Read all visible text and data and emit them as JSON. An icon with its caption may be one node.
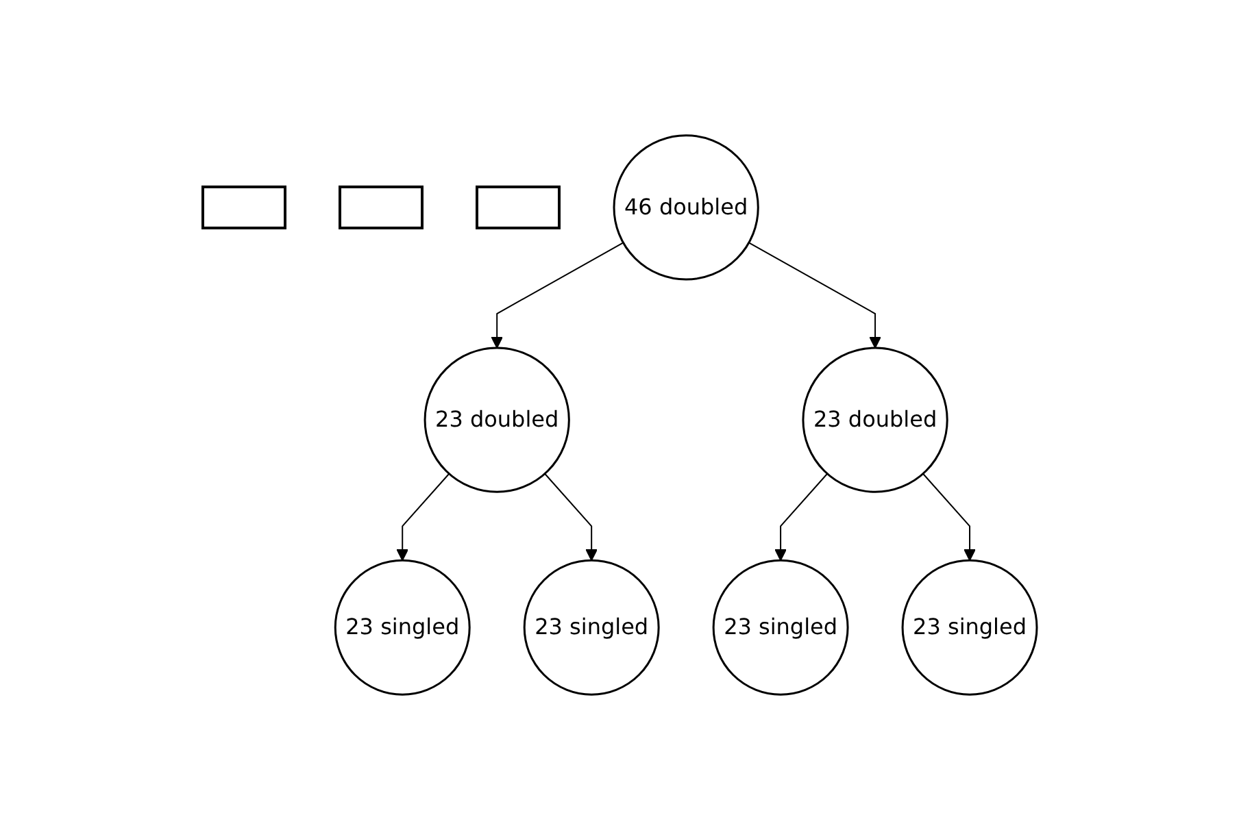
{
  "diagram": {
    "nodes": [
      {
        "text": [],
        "shape": "box"
      },
      {
        "text": [],
        "shape": "box"
      },
      {
        "text": [],
        "shape": "box"
      },
      {
        "text": [
          "46 doubled"
        ]
      },
      {
        "text": [
          "23 doubled"
        ]
      },
      {
        "text": [
          "23 doubled"
        ]
      },
      {
        "text": [
          "23 singled"
        ]
      },
      {
        "text": [
          "23 singled"
        ]
      },
      {
        "text": [
          "23 singled"
        ]
      },
      {
        "text": [
          "23 singled"
        ]
      }
    ],
    "edges": [
      {
        "from": 3,
        "to": 4,
        "arrow": "to"
      },
      {
        "from": 3,
        "to": 5,
        "arrow": "to"
      },
      {
        "from": 4,
        "to": 6,
        "arrow": "to"
      },
      {
        "from": 4,
        "to": 7,
        "arrow": "to"
      },
      {
        "from": 5,
        "to": 8,
        "arrow": "to"
      },
      {
        "from": 5,
        "to": 9,
        "arrow": "to"
      }
    ]
  }
}
